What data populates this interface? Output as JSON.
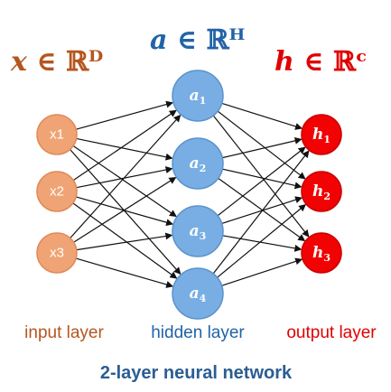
{
  "title": "2-layer neural network",
  "colors": {
    "input": "#f0a475",
    "input_stroke": "#e08a58",
    "hidden": "#78aee3",
    "hidden_stroke": "#5b93cc",
    "output": "#f20202",
    "output_stroke": "#c90000",
    "input_text": "#b5561f",
    "hidden_text": "#2163a8",
    "output_text": "#e00000",
    "caption": "#2b5d93"
  },
  "math": {
    "input": "x ∈ ℝᴰ",
    "hidden": "a ∈ ℝᴴ",
    "output": "h ∈ ℝᶜ"
  },
  "input_layer": {
    "label": "input layer",
    "nodes": [
      {
        "label": "x1"
      },
      {
        "label": "x2"
      },
      {
        "label": "x3"
      }
    ]
  },
  "hidden_layer": {
    "label": "hidden layer",
    "nodes": [
      {
        "main": "a",
        "sub": "1"
      },
      {
        "main": "a",
        "sub": "2"
      },
      {
        "main": "a",
        "sub": "3"
      },
      {
        "main": "a",
        "sub": "4"
      }
    ]
  },
  "output_layer": {
    "label": "output layer",
    "nodes": [
      {
        "main": "h",
        "sub": "1"
      },
      {
        "main": "h",
        "sub": "2"
      },
      {
        "main": "h",
        "sub": "3"
      }
    ]
  }
}
